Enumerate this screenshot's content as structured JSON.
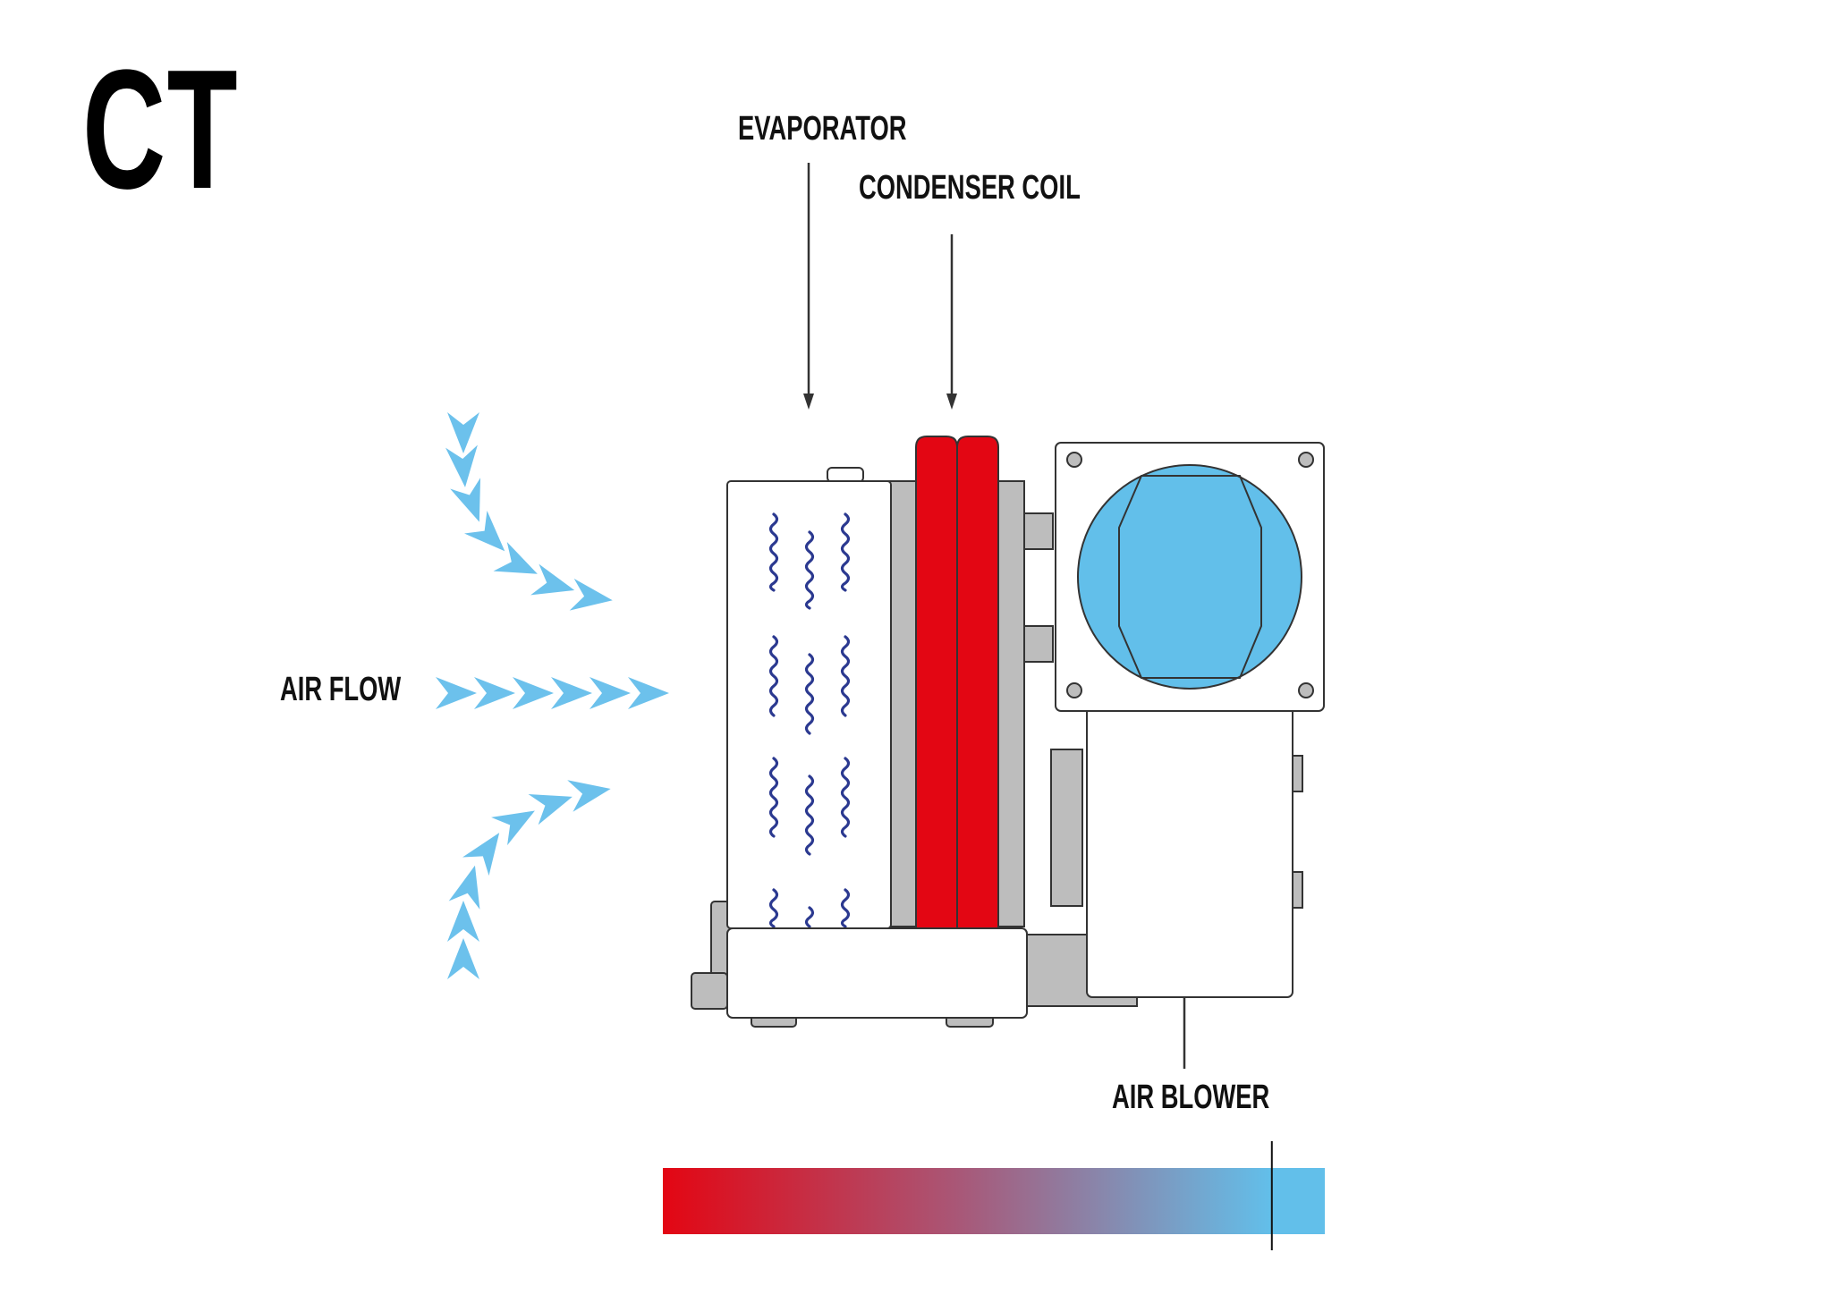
{
  "logo": {
    "text": "CT"
  },
  "labels": {
    "evaporator": "EVAPORATOR",
    "condenser": "CONDENSER COIL",
    "airflow": "AIR FLOW",
    "blower": "AIR BLOWER"
  },
  "colors": {
    "hot": "#e30613",
    "cold": "#62bfea",
    "frame": "#bdbdbd",
    "outline": "#333333",
    "wave": "#2b3990",
    "arrow": "#6cc1ec"
  },
  "temperature_bar": {
    "from": "hot",
    "to": "cold",
    "marker_fraction": 0.92
  }
}
